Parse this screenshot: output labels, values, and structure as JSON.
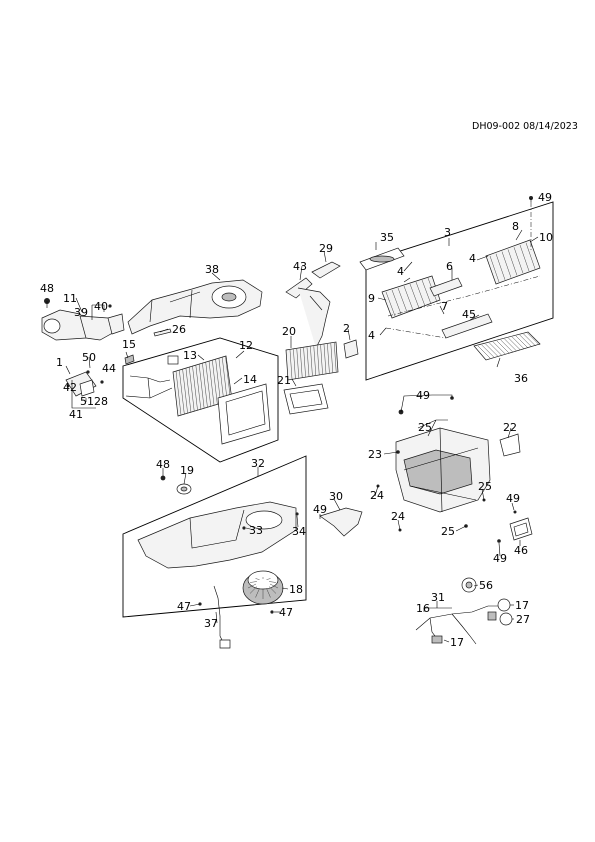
{
  "document": {
    "id_date": "DH09-002 08/14/2023"
  },
  "callouts": {
    "c1": "1",
    "c2": "2",
    "c3": "3",
    "c4a": "4",
    "c4b": "4",
    "c4c": "4",
    "c6": "6",
    "c7": "7",
    "c8": "8",
    "c9": "9",
    "c10": "10",
    "c11": "11",
    "c12": "12",
    "c13": "13",
    "c14": "14",
    "c15": "15",
    "c16": "16",
    "c17a": "17",
    "c17b": "17",
    "c18": "18",
    "c19": "19",
    "c20": "20",
    "c21": "21",
    "c22": "22",
    "c23": "23",
    "c24a": "24",
    "c24b": "24",
    "c25a": "25",
    "c25b": "25",
    "c25c": "25",
    "c26": "26",
    "c27": "27",
    "c28": "28",
    "c29": "29",
    "c30": "30",
    "c31": "31",
    "c32": "32",
    "c33": "33",
    "c34": "34",
    "c35": "35",
    "c36": "36",
    "c37": "37",
    "c38": "38",
    "c39": "39",
    "c40": "40",
    "c41": "41",
    "c42": "42",
    "c43": "43",
    "c44": "44",
    "c45": "45",
    "c46": "46",
    "c47a": "47",
    "c47b": "47",
    "c48a": "48",
    "c48b": "48",
    "c49a": "49",
    "c49b": "49",
    "c49c": "49",
    "c49d": "49",
    "c49e": "49",
    "c50": "50",
    "c51": "51",
    "c56": "56"
  }
}
